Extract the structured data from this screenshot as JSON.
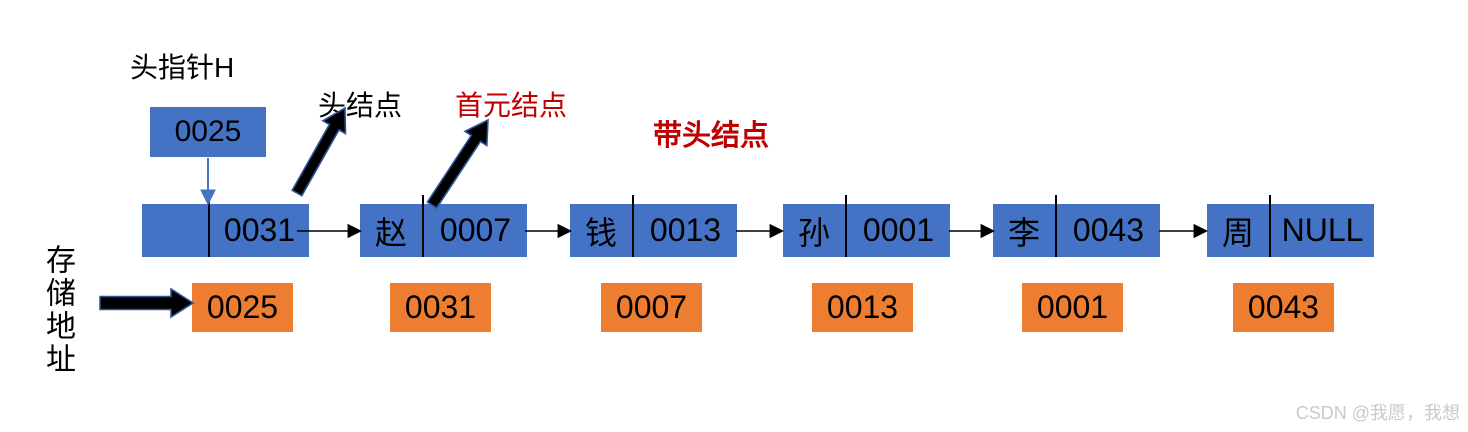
{
  "labels": {
    "head_pointer": "头指针H",
    "head_node": "头结点",
    "first_element_node": "首元结点",
    "with_head_node": "带头结点",
    "storage_address": "存储地址"
  },
  "head_pointer_box": {
    "value": "0025"
  },
  "nodes": [
    {
      "data": "",
      "next": "0031",
      "address": "0025"
    },
    {
      "data": "赵",
      "next": "0007",
      "address": "0031"
    },
    {
      "data": "钱",
      "next": "0013",
      "address": "0007"
    },
    {
      "data": "孙",
      "next": "0001",
      "address": "0013"
    },
    {
      "data": "李",
      "next": "0043",
      "address": "0001"
    },
    {
      "data": "周",
      "next": "NULL",
      "address": "0043"
    }
  ],
  "watermark": "CSDN @我愿，我想",
  "colors": {
    "node_fill": "#4472C4",
    "addr_fill": "#ED7D31",
    "accent_red": "#C00000",
    "arrow_black": "#000000",
    "arrow_outline": "#2F5496",
    "watermark_gray": "#C9C9C9"
  }
}
